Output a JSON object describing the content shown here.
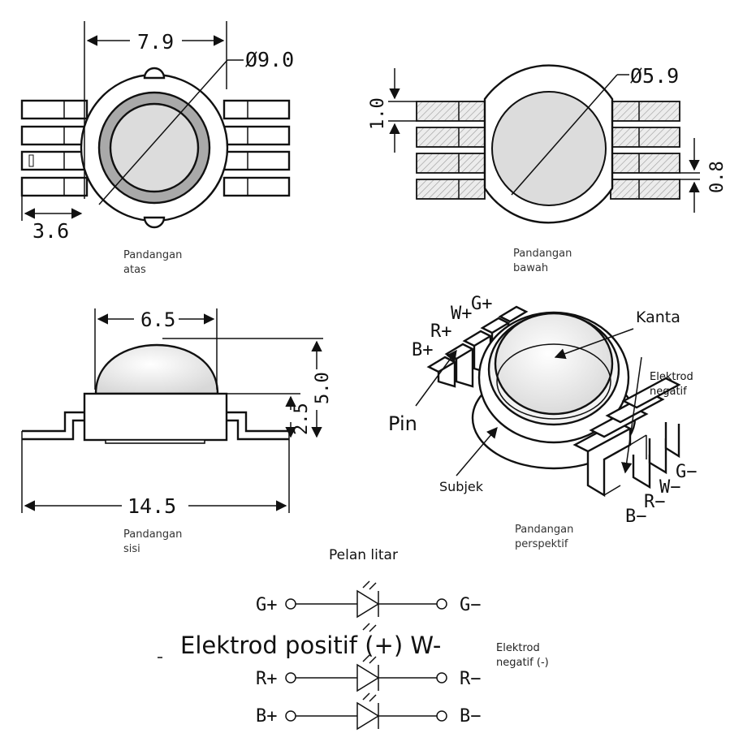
{
  "dimensions": {
    "top_width": "7.9",
    "top_diameter": "Ø9.0",
    "top_pin": "3.6",
    "bottom_diameter": "Ø5.9",
    "bottom_pitch": "1.0",
    "bottom_gap": "0.8",
    "side_lens_width": "6.5",
    "side_height": "5.0",
    "side_body_height": "2.5",
    "side_total_width": "14.5"
  },
  "views": {
    "top": "Pandangan\natas",
    "bottom": "Pandangan\nbawah",
    "side": "Pandangan\nsisi",
    "perspective": "Pandangan\nperspektif"
  },
  "perspective": {
    "lens": "Kanta",
    "negative_electrode": "Elektrod\nnegatif",
    "pin": "Pin",
    "body": "Subjek",
    "pins_back": [
      "B+",
      "R+",
      "W+",
      "G+"
    ],
    "pins_front": [
      "B−",
      "R−",
      "W−",
      "G−"
    ]
  },
  "circuit": {
    "title": "Pelan litar",
    "positive_caption": "Elektrod positif (+) W-",
    "negative_caption": "Elektrod\nnegatif (-)",
    "rows": [
      {
        "left": "G+",
        "right": "G−"
      },
      {
        "left": "R+",
        "right": "R−"
      },
      {
        "left": "B+",
        "right": "B−"
      }
    ]
  },
  "colors": {
    "line": "#111111",
    "lens_fill": "#dcdcdc",
    "ring_fill": "#a9a9a9"
  }
}
